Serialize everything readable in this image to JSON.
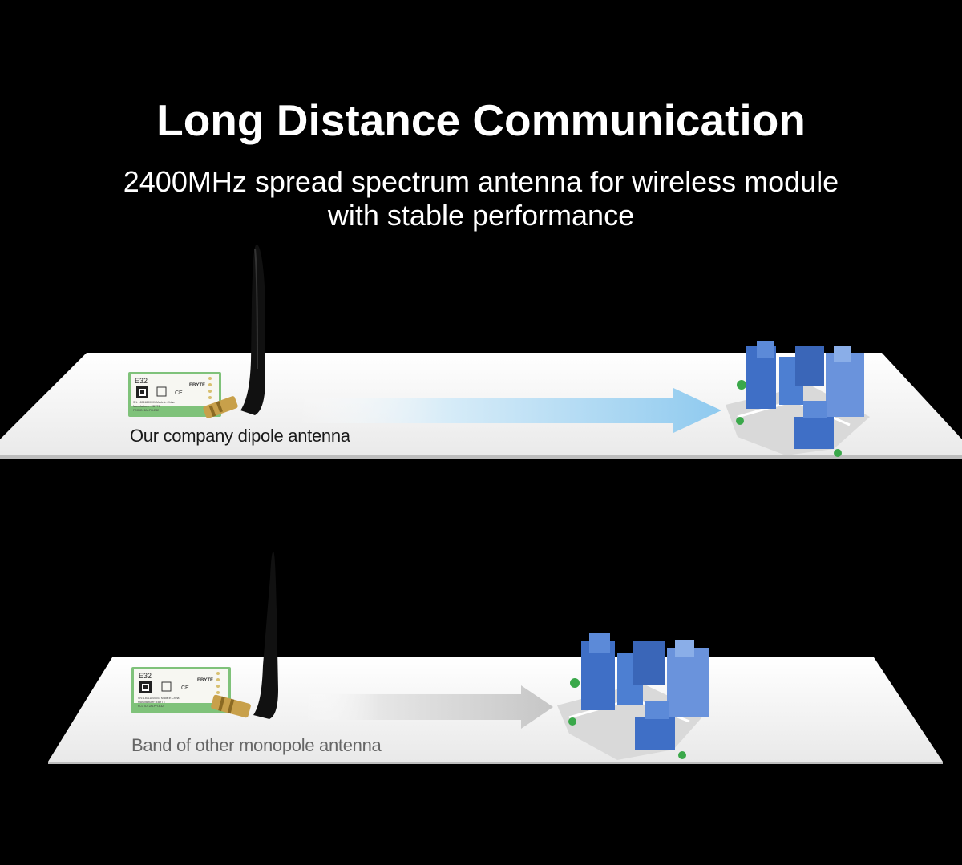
{
  "header": {
    "title": "Long Distance Communication",
    "subtitle_line1": "2400MHz spread spectrum antenna for wireless module",
    "subtitle_line2": "with stable performance"
  },
  "panels": [
    {
      "label": "Our company dipole antenna",
      "module": {
        "model": "E32",
        "brand": "EBYTE",
        "sn": "SN: 18011800001  Made in China",
        "manufacturer": "Manufacturer: EBYTE",
        "fcc": "FCC ID: 2ALPH-E32"
      },
      "arrow_color": "#b3dcf2"
    },
    {
      "label": "Band of other monopole antenna",
      "module": {
        "model": "E32",
        "brand": "EBYTE",
        "sn": "SN: 18011800001  Made in China",
        "manufacturer": "Manufacturer: EBYTE",
        "fcc": "FCC ID: 2ALPH-E32"
      },
      "arrow_color": "#cfcfcf"
    }
  ],
  "colors": {
    "background": "#000000",
    "platform": "#f2f2f2",
    "module_board": "#7fc27a",
    "building": "#3f6fc6",
    "antenna": "#111111",
    "connector": "#c8a04a"
  }
}
